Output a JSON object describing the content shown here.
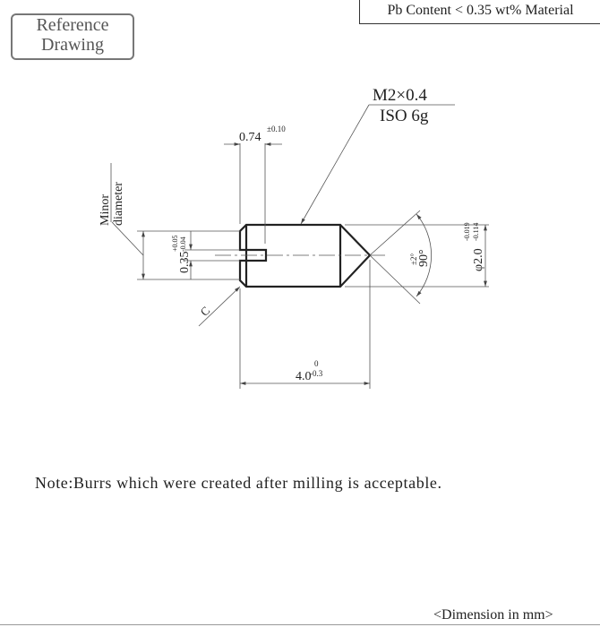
{
  "header": {
    "reference_label_line1": "Reference",
    "reference_label_line2": "Drawing",
    "material_note": "Pb Content < 0.35 wt% Material"
  },
  "drawing": {
    "thread_spec_line1": "M2×0.4",
    "thread_spec_line2": "ISO 6g",
    "slot_width": "0.74",
    "slot_width_tol": "±0.10",
    "minor_diameter_label_line1": "Minor",
    "minor_diameter_label_line2": "diameter",
    "slot_depth": "0.35",
    "slot_depth_tol_upper": "+0.05",
    "slot_depth_tol_lower": "-0.04",
    "chamfer_label": "C",
    "length": "4.0",
    "length_tol_upper": "0",
    "length_tol_lower": "-0.3",
    "diameter": "φ2.0",
    "diameter_tol_upper": "-0.019",
    "diameter_tol_lower": "-0.114",
    "cone_angle": "90°",
    "cone_angle_tol": "±2°"
  },
  "note": "Note:Burrs which were created after milling is acceptable.",
  "units_note": "<Dimension in mm>"
}
